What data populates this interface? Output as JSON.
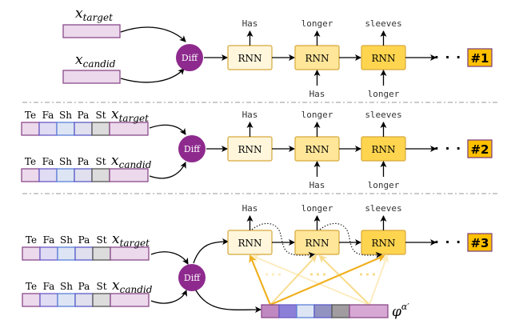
{
  "panels": [
    {
      "id": "#1",
      "badge": "#1",
      "inputs": [
        {
          "label_base": "x",
          "label_sub": "target",
          "segments": []
        },
        {
          "label_base": "x",
          "label_sub": "candid",
          "segments": []
        }
      ],
      "diff_label": "Diff",
      "rnn_label": "RNN",
      "outputs": [
        "Has",
        "longer",
        "sleeves"
      ],
      "inputs_below": [
        "",
        "Has",
        "longer"
      ],
      "ellipsis": "· · ·"
    },
    {
      "id": "#2",
      "badge": "#2",
      "inputs": [
        {
          "label_base": "x",
          "label_sub": "target",
          "segments": [
            "Te",
            "Fa",
            "Sh",
            "Pa",
            "St"
          ]
        },
        {
          "label_base": "x",
          "label_sub": "candid",
          "segments": [
            "Te",
            "Fa",
            "Sh",
            "Pa",
            "St"
          ]
        }
      ],
      "diff_label": "Diff",
      "rnn_label": "RNN",
      "outputs": [
        "Has",
        "longer",
        "sleeves"
      ],
      "inputs_below": [
        "",
        "Has",
        "longer"
      ],
      "ellipsis": "· · ·"
    },
    {
      "id": "#3",
      "badge": "#3",
      "inputs": [
        {
          "label_base": "x",
          "label_sub": "target",
          "segments": [
            "Te",
            "Fa",
            "Sh",
            "Pa",
            "St"
          ]
        },
        {
          "label_base": "x",
          "label_sub": "candid",
          "segments": [
            "Te",
            "Fa",
            "Sh",
            "Pa",
            "St"
          ]
        }
      ],
      "diff_label": "Diff",
      "rnn_label": "RNN",
      "outputs": [
        "Has",
        "longer",
        "sleeves"
      ],
      "attention_vector_label_base": "φ",
      "attention_vector_label_sup": "α′",
      "ellipsis": "· · ·"
    }
  ],
  "colors": {
    "diff_fill": "#8e2a8e",
    "rnn_fill": [
      "#fff6dc",
      "#ffe699",
      "#ffd54f"
    ],
    "rnn_stroke": "#d6a83a",
    "badge_fill": "#ffc000",
    "badge_stroke": "#7a3a7a",
    "segment_fills": [
      "#ecd9ec",
      "#e0dcf3",
      "#dde5f4",
      "#e0e0ee",
      "#dcdcdc",
      "#ecd9ec"
    ],
    "segment_strokes": [
      "#8a4a8a",
      "#6a5ac8",
      "#5a80d8",
      "#5a5ac8",
      "#555555",
      "#8a4a8a"
    ],
    "phi_fills": [
      "#c088c0",
      "#8c7fd8",
      "#dde5f4",
      "#9393c2",
      "#a09ca0",
      "#d8a8d4"
    ],
    "attn_strong": "#f0b020",
    "attn_light": "#f8dc8c",
    "attn_faint": "#fcecc0"
  }
}
